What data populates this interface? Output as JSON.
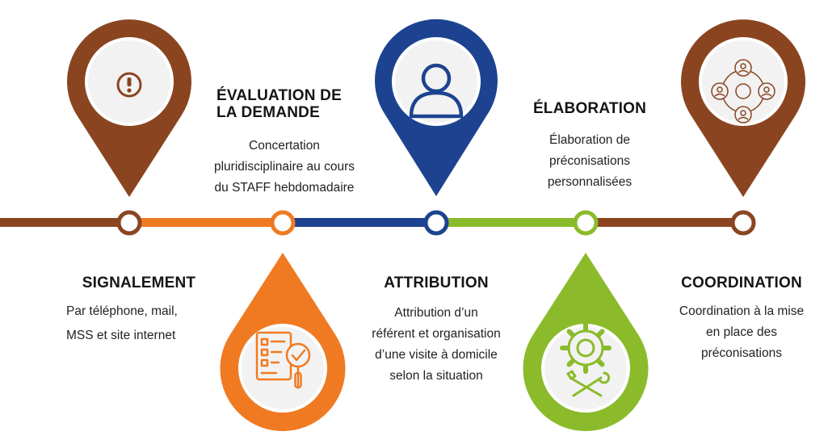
{
  "colors": {
    "brown": "#8a4520",
    "orange": "#f07a22",
    "blue": "#1d4390",
    "green": "#8bbb2b",
    "pin_inner": "#f2f2f2"
  },
  "steps": [
    {
      "key": "signalement",
      "title": "SIGNALEMENT",
      "description": "Par  téléphone,  mail,\nMSS et site internet",
      "color": "#8a4520",
      "icon": "exclamation-icon",
      "pin_direction": "down"
    },
    {
      "key": "evaluation",
      "title": "ÉVALUATION DE\nLA DEMANDE",
      "description": "Concertation\npluridisciplinaire au cours\ndu STAFF hebdomadaire",
      "color": "#f07a22",
      "icon": "checklist-magnifier-icon",
      "pin_direction": "up"
    },
    {
      "key": "attribution",
      "title": "ATTRIBUTION",
      "description": "Attribution d’un\nréférent et organisation\nd’une visite à domicile\nselon la situation",
      "color": "#1d4390",
      "icon": "person-icon",
      "pin_direction": "down"
    },
    {
      "key": "elaboration",
      "title": "ÉLABORATION",
      "description": "Élaboration de\npréconisations\npersonnalisées",
      "color": "#8bbb2b",
      "icon": "gear-tools-icon",
      "pin_direction": "up"
    },
    {
      "key": "coordination",
      "title": "COORDINATION",
      "description": "Coordination à la mise\nen place des\npréconisations",
      "color": "#8a4520",
      "icon": "network-people-icon",
      "pin_direction": "down"
    }
  ]
}
